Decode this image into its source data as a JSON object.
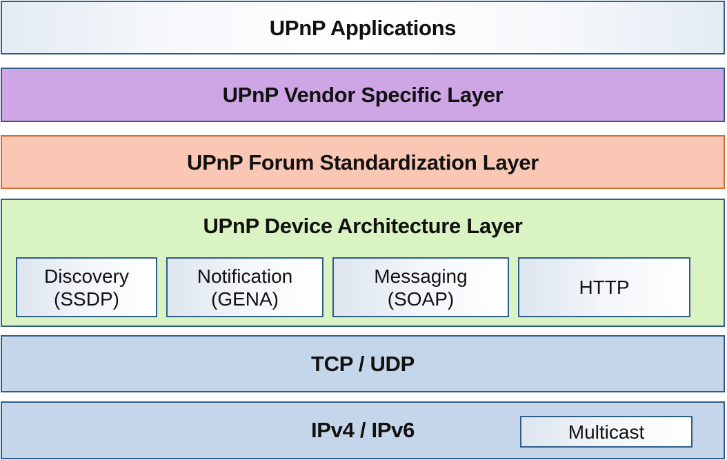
{
  "layers": {
    "applications": {
      "title": "UPnP Applications"
    },
    "vendor": {
      "title": "UPnP Vendor Specific Layer"
    },
    "forum": {
      "title": "UPnP Forum Standardization Layer"
    },
    "device": {
      "title": "UPnP Device Architecture Layer",
      "boxes": [
        {
          "line1": "Discovery",
          "line2": "(SSDP)"
        },
        {
          "line1": "Notification",
          "line2": "(GENA)"
        },
        {
          "line1": "Messaging",
          "line2": "(SOAP)"
        },
        {
          "line1": "HTTP"
        }
      ]
    },
    "transport": {
      "title": "TCP / UDP"
    },
    "network": {
      "title": "IPv4 / IPv6",
      "box": "Multicast"
    }
  },
  "colors": {
    "border": "#2f5d8a",
    "vendor_fill": "#cea6e6",
    "forum_fill": "#f9c7b3",
    "forum_border": "#d96a2b",
    "device_fill": "#d9f3c2",
    "network_fill": "#c5d6ea"
  }
}
